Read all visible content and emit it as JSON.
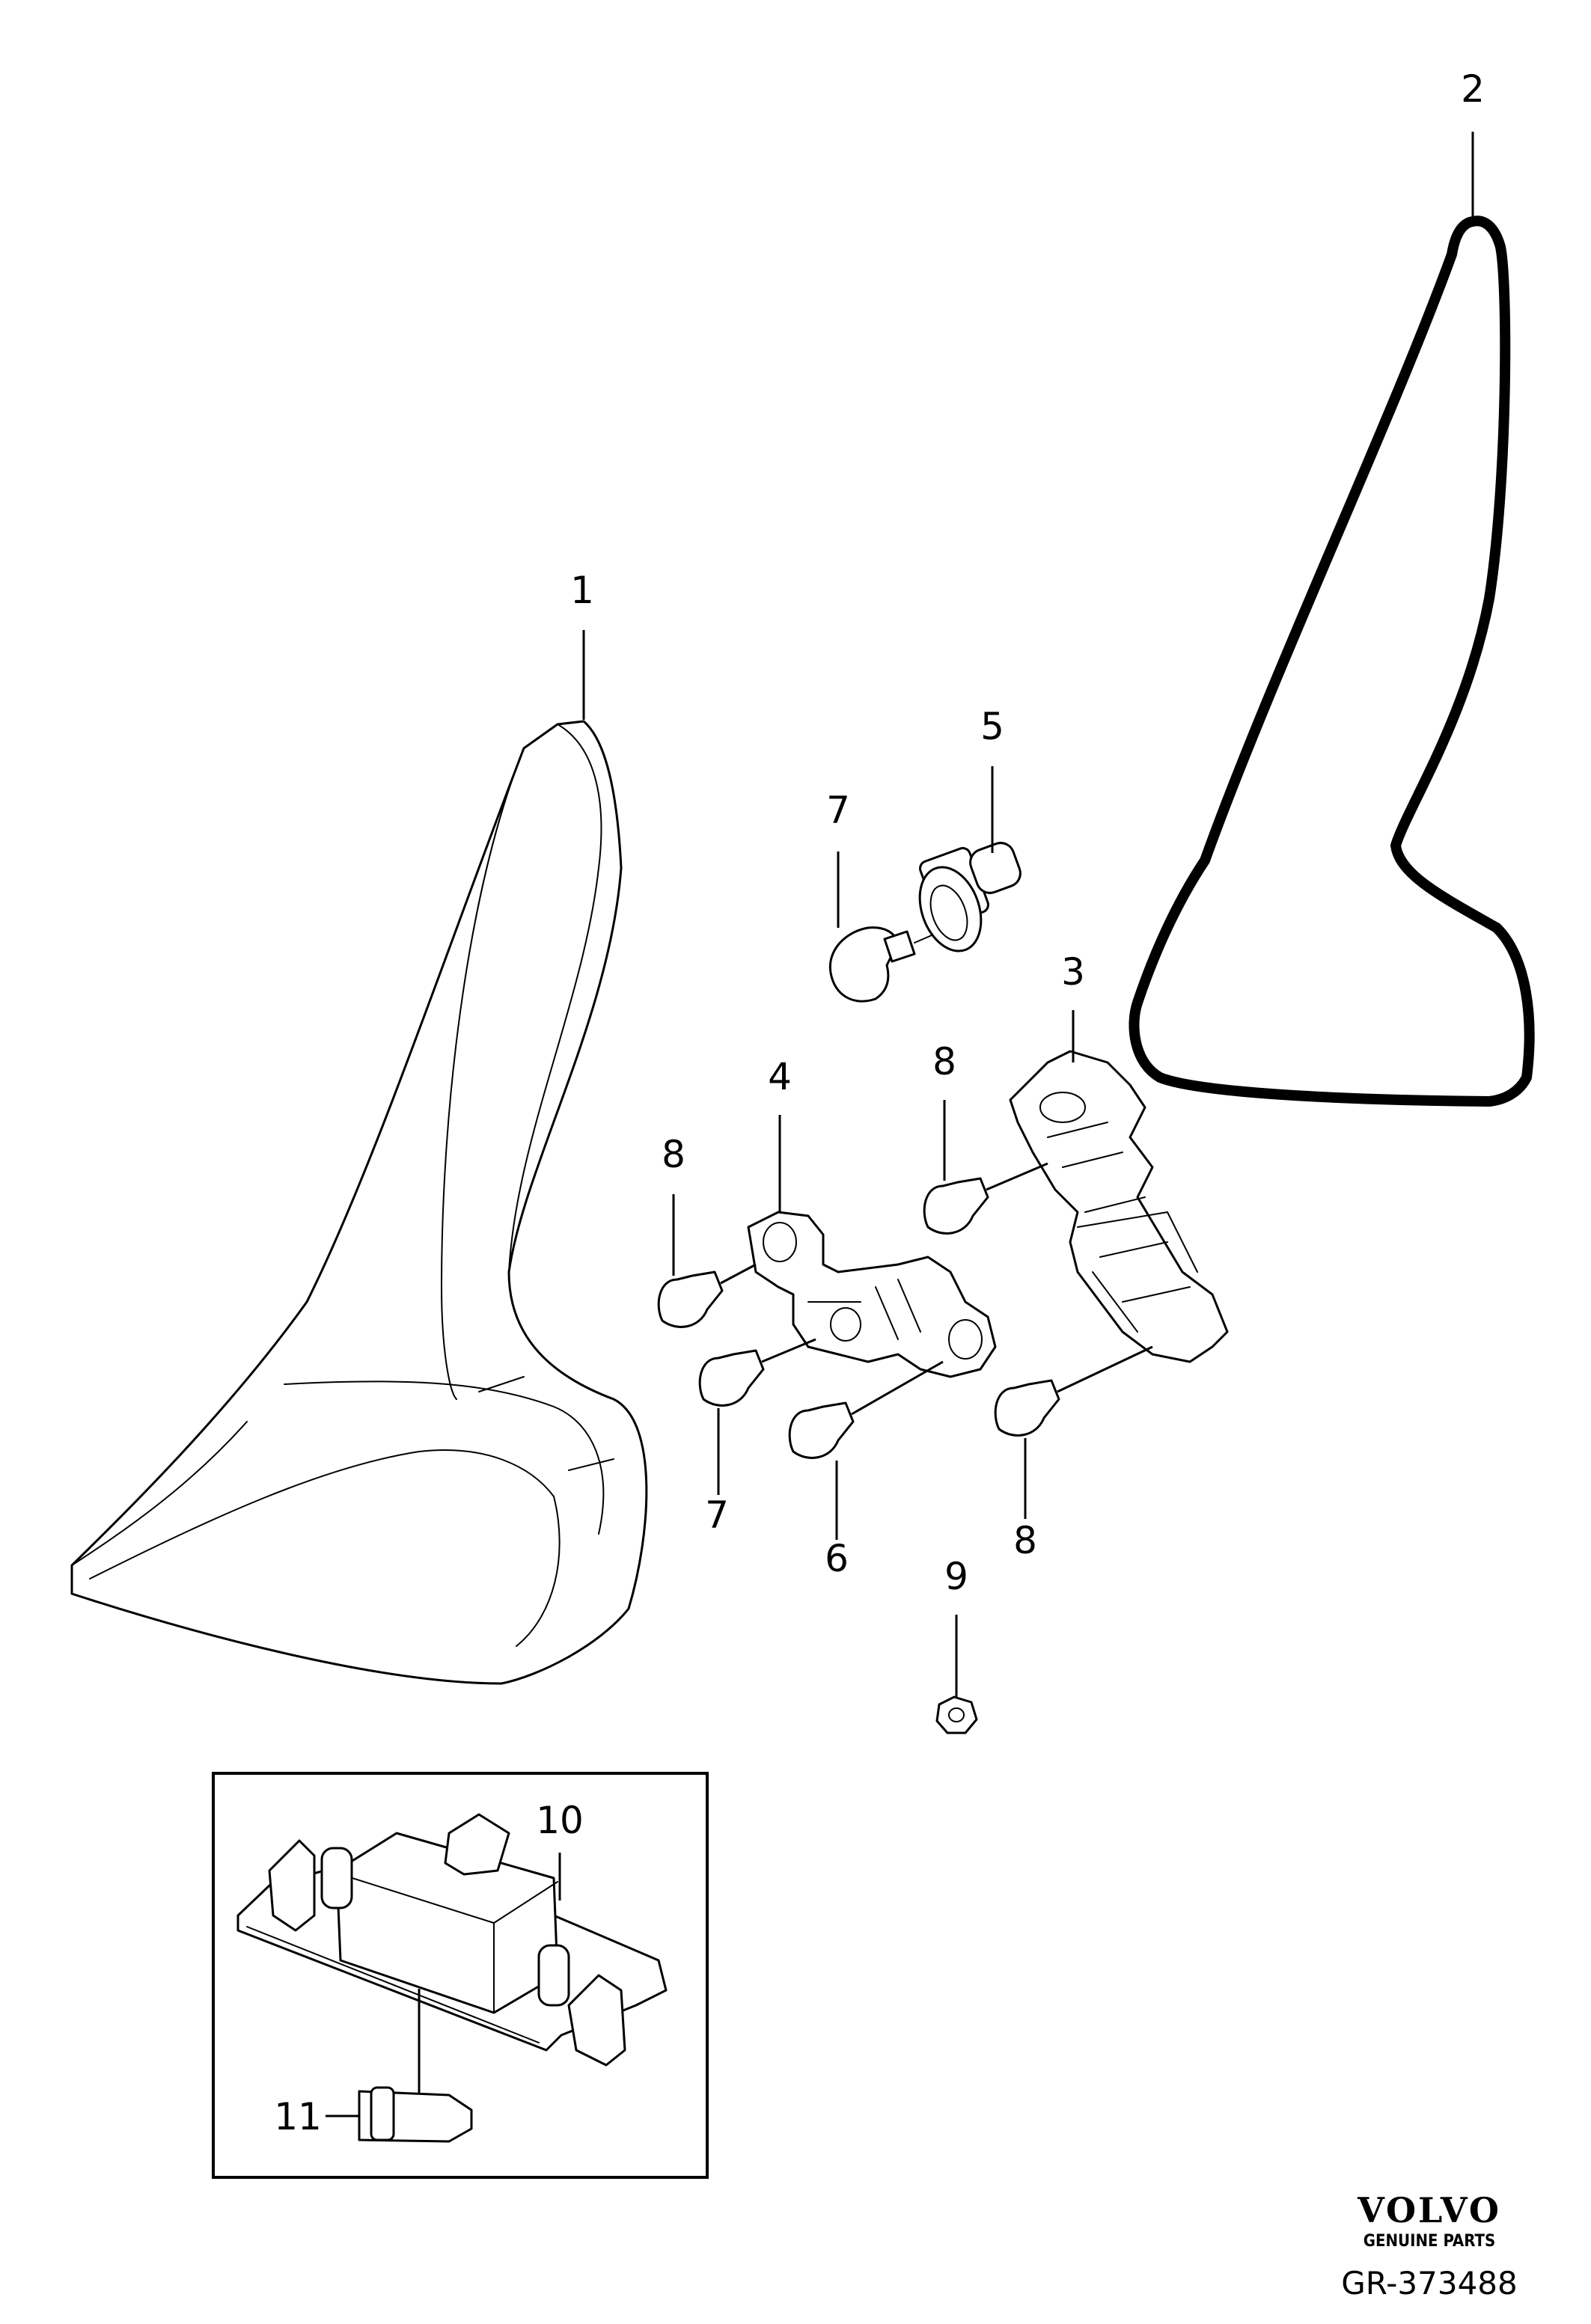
{
  "callouts": {
    "c1": "1",
    "c2": "2",
    "c3": "3",
    "c4": "4",
    "c5": "5",
    "c6": "6",
    "c7a": "7",
    "c7b": "7",
    "c8a": "8",
    "c8b": "8",
    "c8c": "8",
    "c9": "9",
    "c10": "10",
    "c11": "11"
  },
  "branding": {
    "name": "VOLVO",
    "tagline": "GENUINE PARTS",
    "drawing_number": "GR-373488"
  }
}
